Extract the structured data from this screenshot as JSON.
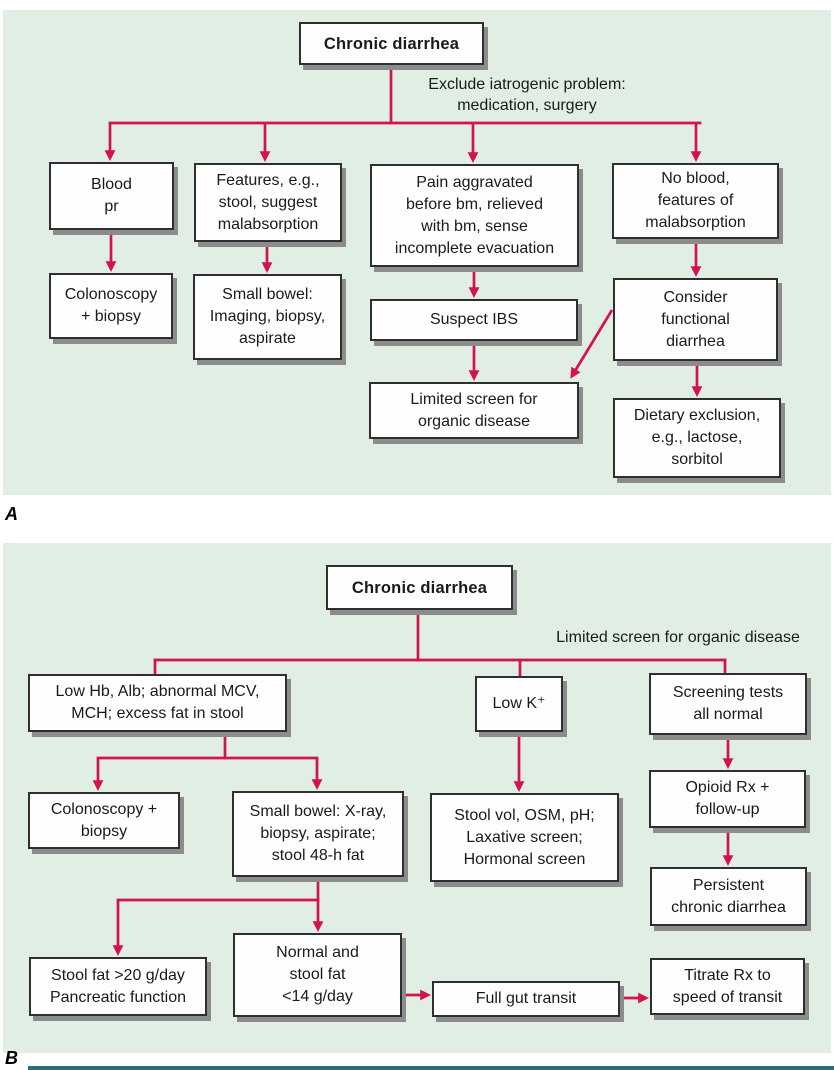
{
  "colors": {
    "accent": "#d2134f",
    "panel_bg": "#e0eee3",
    "box_border": "#2f2f2f",
    "box_fill": "#fefefe",
    "shadow": "#8c8c8c",
    "ink": "#1a1a1a",
    "bottom_rule": "#26707a",
    "page_bg": "#ffffff"
  },
  "panelA": {
    "label": "A",
    "root": "Chronic diarrhea",
    "note": "Exclude iatrogenic problem:\nmedication, surgery",
    "nodes": {
      "blood": "Blood\npr",
      "features": "Features, e.g.,\nstool, suggest\nmalabsorption",
      "pain": "Pain aggravated\nbefore bm, relieved\nwith bm, sense\nincomplete evacuation",
      "noBlood": "No blood,\nfeatures of\nmalabsorption",
      "colonoscopy": "Colonoscopy\n+ biopsy",
      "smallBowel": "Small bowel:\nImaging, biopsy,\naspirate",
      "suspectIbs": "Suspect IBS",
      "considerFunctional": "Consider\nfunctional\ndiarrhea",
      "limitedScreen": "Limited screen for\norganic disease",
      "dietaryExclusion": "Dietary exclusion,\ne.g., lactose,\nsorbitol"
    }
  },
  "panelB": {
    "label": "B",
    "root": "Chronic diarrhea",
    "note": "Limited screen for organic disease",
    "nodes": {
      "lowHb": "Low Hb, Alb; abnormal MCV,\nMCH; excess fat in stool",
      "lowK": "Low K⁺",
      "screeningNormal": "Screening tests\nall normal",
      "colonoscopy": "Colonoscopy +\nbiopsy",
      "smallBowel": "Small bowel: X-ray,\nbiopsy, aspirate;\nstool 48-h fat",
      "stoolVol": "Stool vol, OSM, pH;\nLaxative screen;\nHormonal screen",
      "opioid": "Opioid Rx +\nfollow-up",
      "persistent": "Persistent\nchronic diarrhea",
      "stoolFat": "Stool fat >20 g/day\nPancreatic function",
      "normalStool": "Normal and\nstool fat\n<14 g/day",
      "fullGut": "Full gut transit",
      "titrate": "Titrate Rx to\nspeed of transit"
    }
  }
}
